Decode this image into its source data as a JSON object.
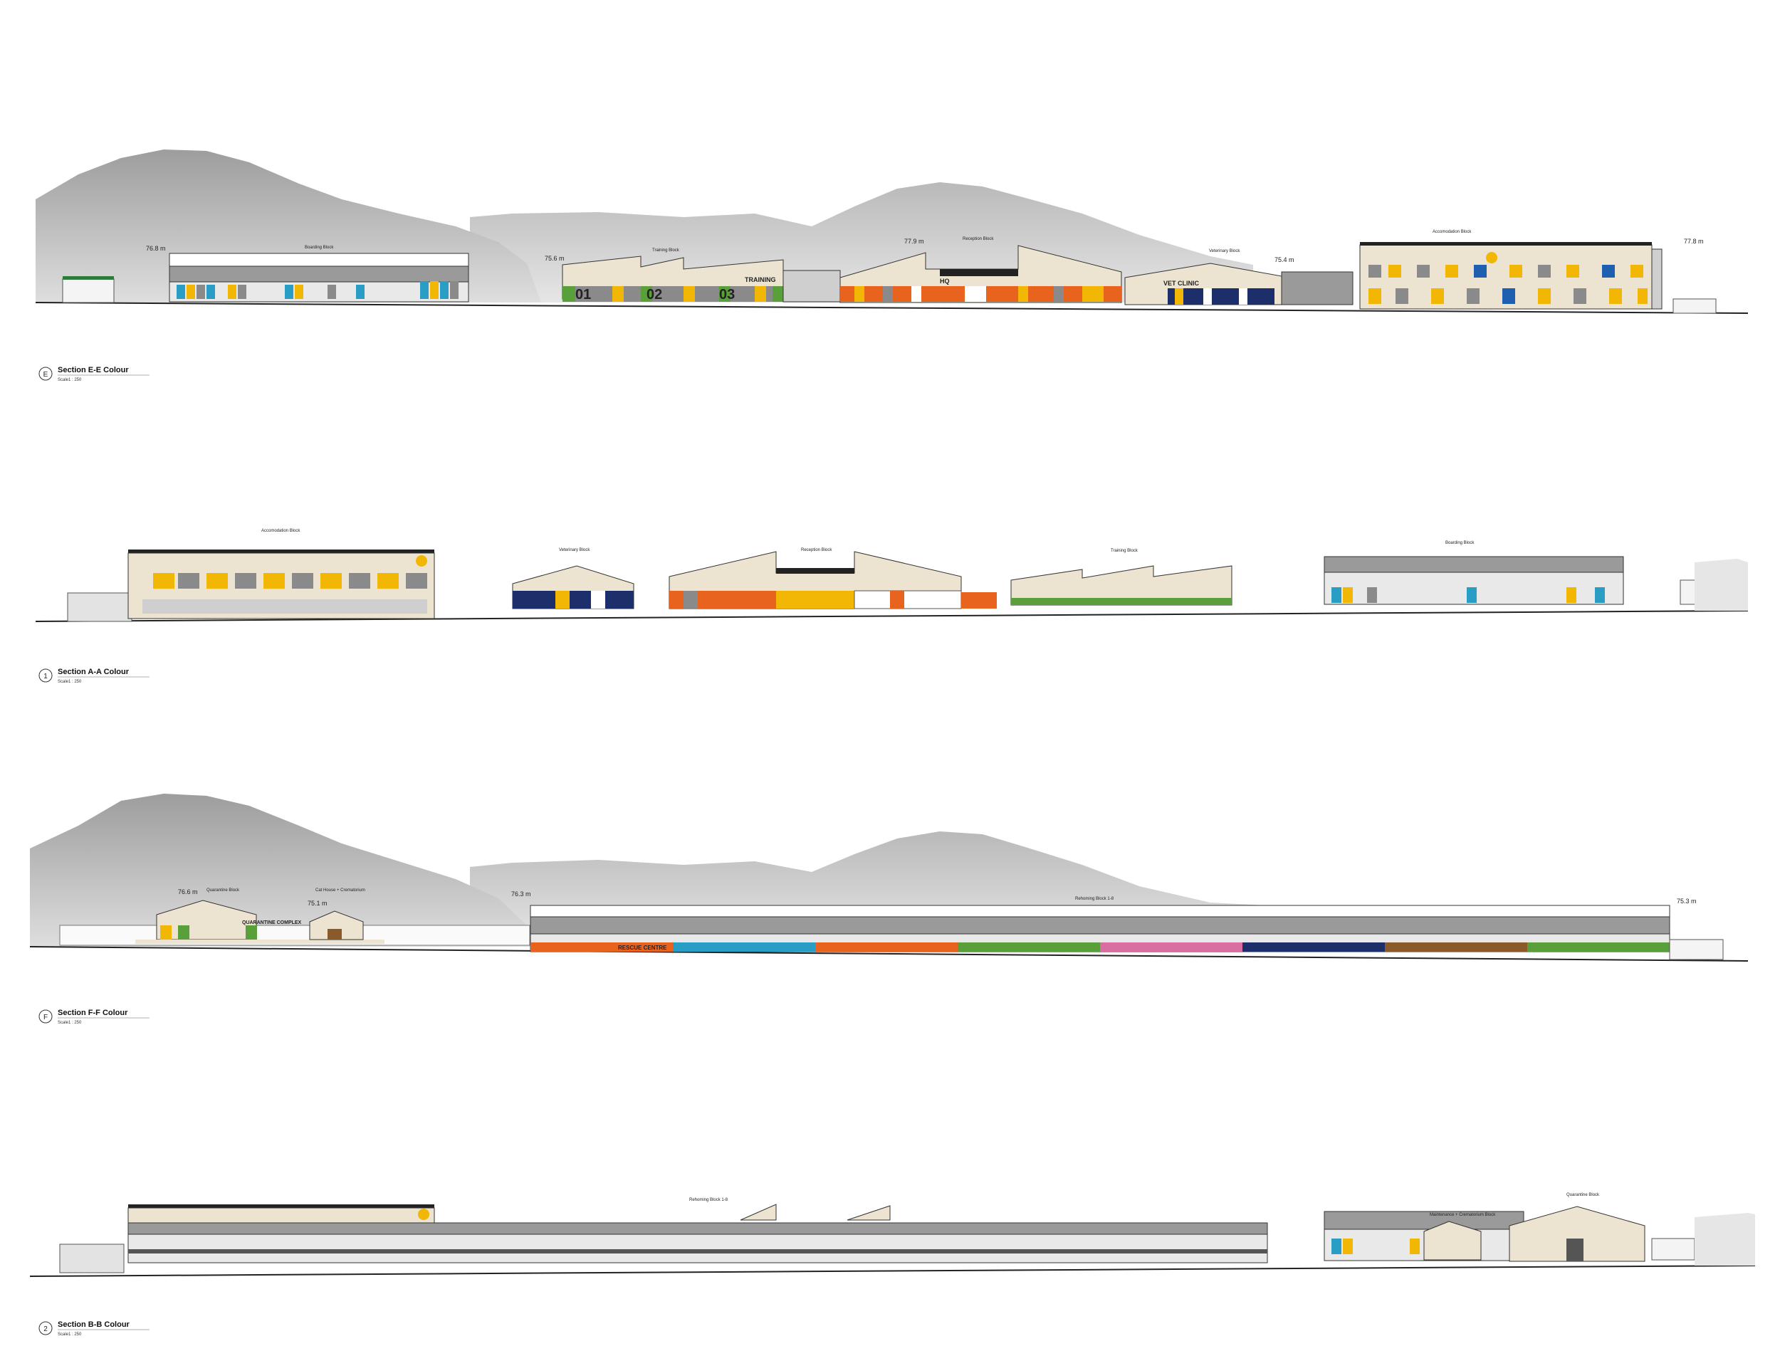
{
  "sheet": {
    "sections": [
      {
        "id": "E",
        "title": "Section E-E Colour",
        "scale": "Scale1 : 250",
        "has_hills": true,
        "levels": [
          "76.8 m",
          "75.6 m",
          "77.9 m",
          "75.4 m",
          "77.8 m"
        ],
        "block_labels": [
          "Boarding Block",
          "Training Block",
          "Reception Block",
          "Veterinary Block",
          "Accomodation Block"
        ],
        "signage": [
          "TRAINING",
          "HQ",
          "VET CLINIC"
        ],
        "room_numbers": [
          "01",
          "02",
          "03"
        ]
      },
      {
        "id": "1",
        "title": "Section A-A Colour",
        "scale": "Scale1 : 250",
        "has_hills": false,
        "levels": [],
        "block_labels": [
          "Accomodation Block",
          "Veterinary Block",
          "Reception Block",
          "Training Block",
          "Boarding Block"
        ],
        "signage": [],
        "room_numbers": []
      },
      {
        "id": "F",
        "title": "Section F-F Colour",
        "scale": "Scale1 : 250",
        "has_hills": true,
        "levels": [
          "76.6 m",
          "75.1 m",
          "76.3 m",
          "75.3 m"
        ],
        "block_labels": [
          "Quarantine Block",
          "Cat House + Crematorium",
          "Rehoming Block 1-8"
        ],
        "signage": [
          "QUARANTINE COMPLEX",
          "RESCUE CENTRE"
        ],
        "room_numbers": []
      },
      {
        "id": "2",
        "title": "Section B-B Colour",
        "scale": "Scale1 : 250",
        "has_hills": false,
        "levels": [],
        "block_labels": [
          "Rehoming Block 1-8",
          "Maintenance + Crematorium Block",
          "Quarantine Block"
        ],
        "signage": [],
        "room_numbers": []
      }
    ]
  },
  "colors": {
    "hill_dark": "#8f8f8f",
    "hill_light": "#d2d2d2",
    "wall_cream": "#ece3d0",
    "roof_grey": "#9a9a9a",
    "yellow": "#f2b705",
    "blue": "#1f5fb0",
    "orange": "#e8641e",
    "green": "#5aa03a",
    "grey": "#8a8a8a",
    "teal": "#2a9dc4",
    "pink": "#d96fa0",
    "brown": "#8a5a2a",
    "navy": "#1d2f6b"
  }
}
